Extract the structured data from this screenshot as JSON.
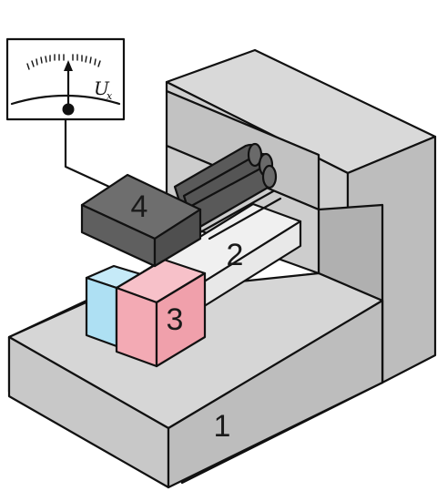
{
  "diagram": {
    "labels": {
      "base": "1",
      "plate": "2",
      "block": "3",
      "sensor": "4"
    },
    "meter": {
      "symbol": "U",
      "subscript": "x"
    }
  },
  "colors": {
    "frame_light": "#d9d9d9",
    "frame_mid": "#c7c7c7",
    "frame_dark": "#a9a9a9",
    "plate": "#e8e8e8",
    "blue_block": "#aee0f3",
    "pink_block": "#f3aab4",
    "sensor_dark": "#5f5f5f",
    "sensor_top": "#6e6e6e",
    "rods": "#595959",
    "meter_face": "#ffffff"
  }
}
